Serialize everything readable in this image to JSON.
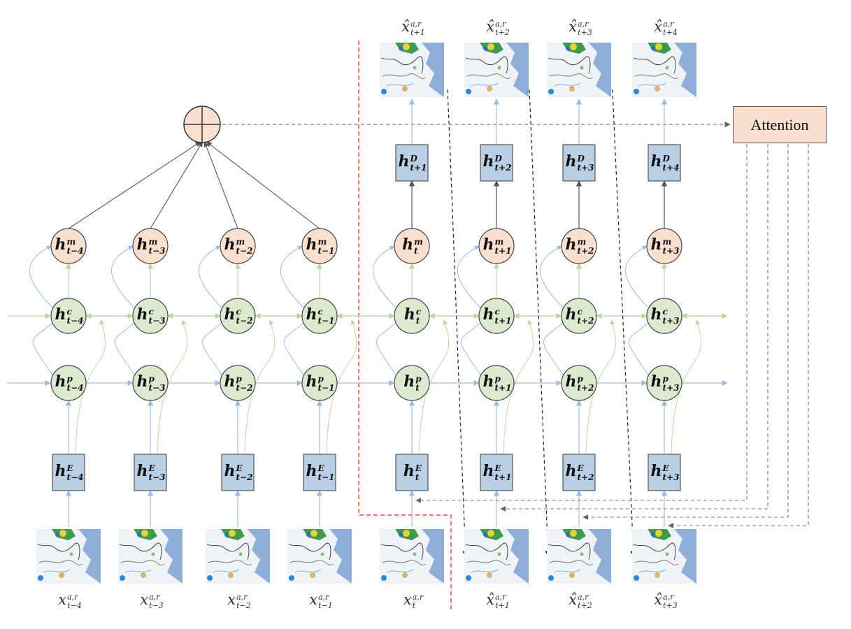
{
  "attention": {
    "label": "Attention"
  },
  "colors": {
    "encoder_box": "#b8cfe6",
    "decoder_box": "#b8cfe6",
    "memory_node": "#fbe0cf",
    "state_node": "#dde9cf",
    "blue_arrow": "#9dbde0",
    "green_arrow": "#bcd6a3",
    "dark_arrow": "#555555",
    "split_line": "#e8423c"
  },
  "columns": [
    {
      "t": "t−4",
      "in_sym": "x",
      "in_hat": false,
      "h_m": "t−4",
      "h_c": "t−4",
      "h_p": "t−4",
      "h_E": "t−4"
    },
    {
      "t": "t−3",
      "in_sym": "x",
      "in_hat": false,
      "h_m": "t−3",
      "h_c": "t−3",
      "h_p": "t−3",
      "h_E": "t−3"
    },
    {
      "t": "t−2",
      "in_sym": "x",
      "in_hat": false,
      "h_m": "t−2",
      "h_c": "t−2",
      "h_p": "t−2",
      "h_E": "t−2"
    },
    {
      "t": "t−1",
      "in_sym": "x",
      "in_hat": false,
      "h_m": "t−1",
      "h_c": "t−1",
      "h_p": "t−1",
      "h_E": "t−1"
    },
    {
      "t": "t",
      "in_sym": "x",
      "in_hat": false,
      "h_m": "t",
      "h_c": "t",
      "h_p": "t",
      "h_E": "t",
      "h_D": "t+1",
      "out": "t+1"
    },
    {
      "t": "t+1",
      "in_sym": "x",
      "in_hat": true,
      "h_m": "t+1",
      "h_c": "t+1",
      "h_p": "t+1",
      "h_E": "t+1",
      "h_D": "t+2",
      "out": "t+2"
    },
    {
      "t": "t+2",
      "in_sym": "x",
      "in_hat": true,
      "h_m": "t+2",
      "h_c": "t+2",
      "h_p": "t+2",
      "h_E": "t+2",
      "h_D": "t+3",
      "out": "t+3"
    },
    {
      "t": "t+3",
      "in_sym": "x",
      "in_hat": true,
      "h_m": "t+3",
      "h_c": "t+3",
      "h_p": "t+3",
      "h_E": "t+3",
      "h_D": "t+4",
      "out": "t+4"
    }
  ],
  "superscripts": {
    "m": "m",
    "c": "c",
    "p": "p",
    "E": "E",
    "D": "D",
    "frame": "a,r"
  }
}
